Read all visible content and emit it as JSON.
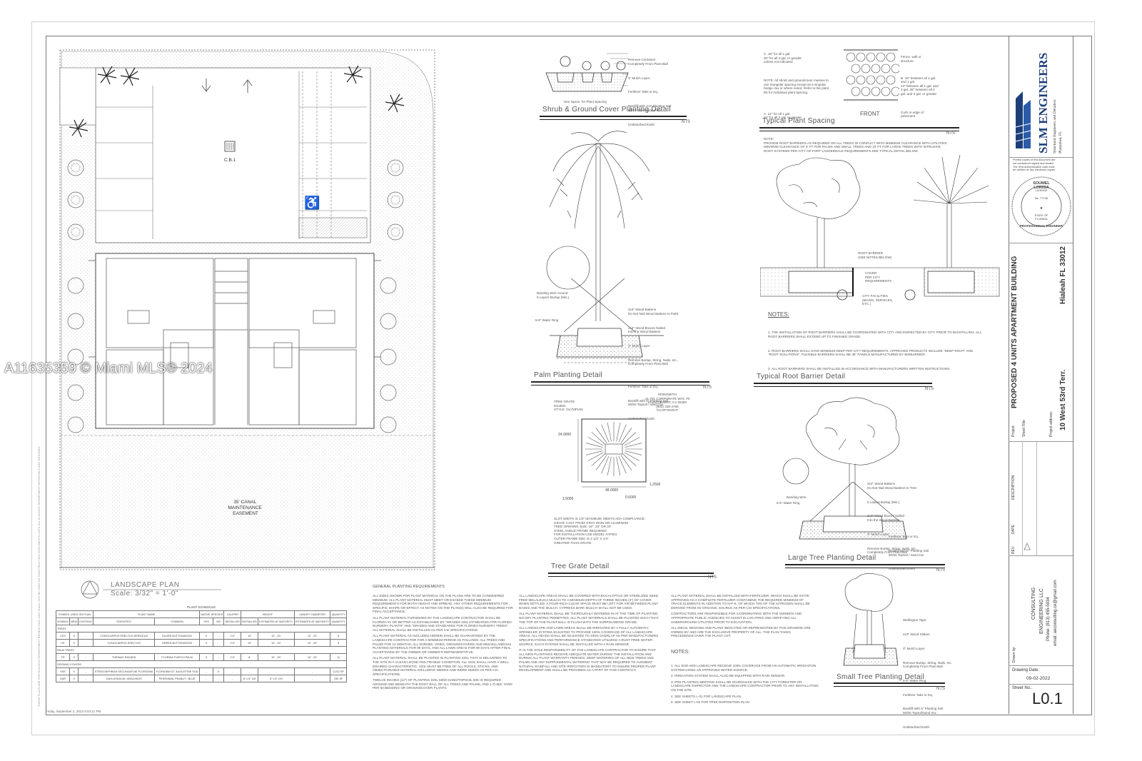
{
  "watermark": "A11635359 © Miami MLS® 2024",
  "plan": {
    "title": "LANDSCAPE PLAN",
    "scale": "Scale: 3/32\" = 1'-0\"",
    "cb_label": "C.B.1",
    "canal_label": "35' CANAL\nMAINTENANCE\nEASEMENT",
    "footer_date": "Friday, September 2, 2022 8:03:21 PM"
  },
  "details": {
    "shrub": {
      "title": "Shrub & Ground Cover Planting Detail",
      "nts": "NTS",
      "labels": [
        "Remove Container\nCompletely From Plant Ball",
        "3\" Mulch Layer",
        "Fertilizer Tabs or Eq.",
        "Backfill with 3-6\" Planting Soil\n50/50 Topsoil/sand mix",
        "Undisturbed Earth",
        "See Specs. for Plant Spacing"
      ]
    },
    "spacing": {
      "title": "Typical Plant Spacing",
      "nts": "NTS",
      "front": "FRONT",
      "labels": [
        "C. 18\" for all 1 gal.\n30\" for all 3 gal. or greater\nunless not indicated",
        "NOTE: All shrub and groundcover masses to\nuse triangular spacing except as a singular\nhedge row or where noted. Refer to the plant\nlist for individual plant spacing.",
        "A. 14\" for all 1 gal.\n24\" for all 3 gal. or greater",
        "Fence, wall or\nstructure",
        "B. 18\" between all 1 gal.\nand 1 gal.\n24\" between all 1 gal. and\n3 gal. 36\" between all 3\ngal. and 3 gal. or greater",
        "Curb or edge of\npavement"
      ]
    },
    "root_note": "NOTE:\nPROVIDE ROOT BARRIERS AS REQUIRED ON ALL TREES IN CONFLICT WITH MINIMUM CLEARANCE WITH UTILITIES.\nMINIMUM CLEARANCE OF 5' FT FOR PALMS AND SMALL TREES AND 10' FT FOR LARGE TREES WITH INTRUSIVE\nROOT SYSTEMS PER CITY OF FORT LAUDERDALE REQUIREMENTS.SEE TYPICAL DETAIL BELOW.",
    "palm": {
      "title": "Palm Planting Detail",
      "nts": "NTS",
      "labels": [
        "Banding Wire Around\n5 Layers Burlap (Min.)",
        "5-6\" Water Ring",
        "2x4\" Wood Battens\nDo Not Nail Wood Battens to Palm",
        "2x4\" Wood Braces Nailed\nInto the Wood Battens",
        "3\" Mulch Layer",
        "Remove Burlap, String, Nails, etc.,\nCompletely From Plant Ball",
        "Fertilizer Tabs or Eq.",
        "Backfill with 6\" Planting Soil\n50/50 Topsoil / sand mix",
        "Undisturbed Earth"
      ]
    },
    "root_barrier": {
      "title": "Typical Root Barrier Detail",
      "nts": "NTS",
      "labels": [
        "ROOT BARRIER\n(SEE NOTES BELOW)",
        "COVER\nPER CITY\nREQUIREMENTS",
        "CITY FACILITIES\n(MAINS, SERVICES,\nETC.)"
      ],
      "notes_title": "NOTES:",
      "notes": [
        "1. THE INSTALLATION OF ROOT BARRIERS SHALL BE COORDINATED WITH CITY AND INSPECTED BY CITY PRIOR TO BACKFILLING. ALL ROOT BARRIERS SHALL EXTEND UP TO FINISHED GRADE.",
        "2. ROOT BARRIERS SHALL HAVE MINIMUM DEEP PER CITY REQUIREMENTS. APPROVED PRODUCTS INCLUDE \"DEEP ROOT\" AND \"ROOT SOLUTIONS\". FLEXIBLE BARRIERS SHALL BE 36\" PANELS MANUFACTURED BY BIOBARRIER.",
        "3. ALL ROOT BARRIERS SHALL BE INSTALLED IN ACCORDANCE WITH MANUFACTURERS WRITTEN INSTRUCTIONS."
      ]
    },
    "grate": {
      "title": "Tree Grate Detail",
      "nts": "NTS",
      "spec": "TREE GRATE\nM14804\nSTYLE: OLYMPIAN",
      "maker": "IRONSMITH\n41-701 CORPORATE WAY, #3\nPALM DESERT, CA 92260\n(800) 338-4766\n©COPYRIGHT",
      "dims": [
        "24.0000",
        "48.0000",
        "1.5000",
        "0.5000",
        "1.2500"
      ],
      "notes": "SLOT WIDTH IS 1/4\" MAXIMUM, MEETS ADA COMPLIANCE.\nGRATE CAST FROM GRAY IRON OR ALUMINUM\nTREE OPENING SIZE: 16\", 20\" OR 24\"\nSTEEL ANGLE FRAME REQUIRED\nFOR INSTALLATION USE MODEL #AF001\nOUTER FRAME DIM. IS 2 1/4\" X 1/4\"\nGREATER THAN GRATE."
    },
    "large_tree": {
      "title": "Large Tree Planting Detail",
      "nts": "NTS",
      "labels": [
        "2x4\" Wood Battens\nDo Not Nail Wood Battens to Tree",
        "5 Layers Burlap (Min.)",
        "2x4\" Wood Braces Nailed\nInto the Wood Battens",
        "3\" Mulch Layer",
        "Remove Burlap, String, Nails, etc.,\nCompletely From Plant Ball",
        "Banding Wire",
        "5-6\" Water Ring",
        "Fertilizer Tabs or Eq.",
        "Backfill with 6\" Planting Soil\n50/50 Topsoil / sand mix",
        "Undisturbed Earth"
      ]
    },
    "small_tree": {
      "title": "Small Tree Planting Detail",
      "nts": "NTS",
      "labels": [
        "Wellington Tape",
        "2x3\" Wood Stakes",
        "3\" Mulch Layer",
        "Remove Burlap, String, Nails, etc.\nCompletely From Plant Ball",
        "5-6\" Water Ring",
        "Fertilizer Tabs or Eq.",
        "Backfill with 6\" Planting Soil\n50/50 Topsoil/sand mix",
        "Undisturbed Earth"
      ]
    }
  },
  "general_requirements": {
    "title": "GENERAL PLANTING REQUIREMENTS",
    "col1": [
      "ALL SIZES SHOWN FOR PLANT MATERIAL ON THE PLANS ARE TO BE CONSIDERED MINIMUM. ALL PLANT MATERIAL MUST MEET OR EXCEED THESE MINIMUM REQUIREMENTS FOR BOTH HEIGHT AND SPREAD. ANY OTHER REQUIREMENTS FOR SPECIFIC SHAPE OR EFFECT AS NOTED ON THE PLAN(S) WILL ALSO BE REQUIRED FOR FINAL ACCEPTANCE.",
      "ALL PLANT MATERIAL FURNISHED BY THE LANDSCAPE CONTRACTOR SHALL BE FLORIDA #1 OR BETTER AS ESTABLISHED BY \"GRADES AND STANDARDS FOR FLORIDA NURSERY PLANTS\" AND \"GRADES AND STANDARDS FOR FLORIDA NURSERY TREES\". ALL MATERIAL SHALL BE INSTALLED AS PER CSI SPECIFICATIONS.",
      "ALL PLANT MATERIAL AS INCLUDED HEREIN SHALL BE GUARANTEED BY THE LANDSCAPE CONTRACTOR FOR A MINIMUM PERIOD AS FOLLOWS: ALL TREES AND PALMS FOR 12 MONTHS, ALL SHRUBS, VINES, GROUNDCOVERS AND MISCELLANEOUS PLANTING MATERIALS FOR 90 DAYS, AND ALL LAWN AREAS FOR 90 DAYS AFTER FINAL ACCEPTANCE BY THE OWNER OR OWNER'S REPRESENTATIVE.",
      "ALL PLANT MATERIAL SHALL BE PLANTED IN PLANTING SOIL THAT IS DELIVERED TO THE SITE IN A CLEAN LOOSE AND FRIABLE CONDITION. ALL SOIL SHALL HAVE A WELL DRAINED CHARACTERISTIC. SOIL MUST BE FREE OF ALL ROCKS, STICKS, AND OBJECTIONABLE MATERIAL INCLUDING WEEDS AND WEED SEEDS AS PER CSI SPECIFICATIONS.",
      "TWELVE INCHES (12\") OF PLANTING SOIL 50/50 SAND/TOPSOIL MIX IS REQUIRED AROUND AND BENEATH THE ROOT BALL OF ALL TREES AND PALMS, AND 1 CUBIC YARD PER 50 BEDDING OR GROUNDCOVER PLANTS."
    ],
    "col2": [
      "ALL LANDSCAPE AREAS SHALL BE COVERED WITH EUCALYPTUS OR STERILIZED SEED FREE MELALEUCA MULCH TO A MINIMUM DEPTH OF THREE INCHES (3\") OF COVER WHEN SETTLED. A FOUR-INCH CLEAR SPACE MUST BE LEFT FOR AIR BETWEEN PLANT BASES AND THE MULCH. CYPRESS BARK MULCH SHALL NOT BE USED.",
      "ALL PLANT MATERIAL SHALL BE THOROUGHLY WATERED IN AT THE TIME OF PLANTING. NO DRY PLANTING PERMITTED. ALL PLANT MATERIALS SHALL BE PLANTED SUCH THAT THE TOP OF THE PLANT BALL IS FLUSH WITH THE SURROUNDING GRADE.",
      "ALL LANDSCAPE AND LAWN AREAS SHALL BE IRRIGATED BY A FULLY AUTOMATIC SPRINKLER SYSTEM ADJUSTED TO PROVIDE 100% COVERAGE OF ALL LANDSCAPE AREAS. ALL HEADS SHALL BE ADJUSTED TO 100% OVERLAP AS PER MANUFACTURERS SPECIFICATIONS AND PERFORMANCE STANDARDS UTILIZING A RUST FREE WATER SOURCE. EACH SYSTEM SHALL BE INSTALLED WITH A RAIN SENSOR.",
      "IT IS THE SOLE RESPONSIBILITY OF THE LANDSCAPE CONTRACTOR TO INSURE THAT ALL NEW PLANTINGS RECEIVE ADEQUATE WATER DURING THE INSTALLATION AND DURING ALL PLANT WARRANTY PERIODS. DEEP WATERING OF ALL NEW TREES AND PALMS AND ANY SUPPLEMENTAL WATERING THAT MAY BE REQUIRED TO AUGMENT NATURAL RAINFALL AND SITE IRRIGATION IS MANDATORY TO INSURE PROPER PLANT DEVELOPMENT AND SHALL BE PROVIDED AS A PART OF THIS CONTRACT."
    ],
    "col3": [
      "ALL PLANT MATERIAL SHALL BE INSTALLED WITH FERTILIZER, WHICH SHALL BE STATE APPROVED AS A COMPLETE FERTILIZER CONTAINING THE REQUIRED MINIMUM OF TRACE ELEMENTS IN ADDITION TO N-P-K, OF WHICH 75% OF THE NITROGEN SHALL BE DERIVED FROM AN ORGANIC SOURCE AS PER CSI SPECIFICATIONS.",
      "CONTRACTORS ARE RESPONSIBLE FOR COORDINATING WITH THE OWNERS AND APPROPRIATE PUBLIC AGENCIES TO ASSIST IN LOCATING AND VERIFYING ALL UNDERGROUND UTILITIES PRIOR TO EXCAVATION.",
      "ALL IDEAS, DESIGNS AND PLANS INDICATED OR REPRESENTED BY THIS DRAWING ARE OWNED BY AND ARE THE EXCLUSIVE PROPERTY OF ALL. THE PLAN TAKES PRECEDENCE OVER THE PLANT LIST."
    ],
    "col3_notes_title": "NOTES:",
    "col3_notes": [
      "1. ALL SOD AND LANDSCAPE RECEIVE 100% COVERAGE FROM AN AUTOMATIC IRRIGATION SYSTEM USING AN APPROVED WATER SOURCE.",
      "2. IRRIGATION SYSTEM SHALL ALSO BE EQUIPPED WITH RAIN SENSOR.",
      "3. PRE-PLANTING MEETING SHALL BE SCHEDULED WITH THE CITY FORESTER OR LANDSCAPE INSPECTOR AND THE LANDSCAPE CONTRACTOR PRIOR TO ANY INSTALLATION ON THE SITE.",
      "4. SEE SHEETS L-01 FOR LANDSCAPE PLAN",
      "5. SEE SHEET L-02 FOR TREE DISPOSITION PLAN"
    ]
  },
  "schedule": {
    "title": "PLANT SCHEDULE",
    "headers": [
      "SYMBOL",
      "NEW",
      "EXISTING",
      "SCIENTIFIC",
      "COMMON",
      "YES",
      "NO",
      "INSTALLED",
      "INSTALLED",
      "ESTIMATED AT MATURITY",
      "ESTIMATED AT MATURITY",
      "QUANTITY"
    ],
    "group_headers": [
      "SYMBOL USED ON PLAN",
      "PLANT NAME",
      "NATIVE SPECIES",
      "CALIPER",
      "HEIGHT",
      "CANOPY DIAMETER",
      "QUANTITY"
    ],
    "sections": [
      "TREES",
      "PALM TREES",
      "GROUND COVERS"
    ],
    "rows": [
      [
        "CES",
        "X",
        "-",
        "CONOCARPUS ERECTUS SERICEUS",
        "SILVER BUTTONWOOD",
        "X",
        "-",
        "2.5\"",
        "10'",
        "12' - 20'",
        "10' - 20'",
        "6"
      ],
      [
        "CE",
        "X",
        "-",
        "CONOCARPUS ERECTUS",
        "GREEN BUTTONWOOD",
        "X",
        "-",
        "2.5\"",
        "10'",
        "12' - 20'",
        "10' - 20'",
        "5"
      ],
      [
        "TR",
        "X",
        "-",
        "THRINAX RADIATA",
        "FLORIDA THATCH PALM",
        "X",
        "-",
        "2.5\"",
        "8'",
        "10' - 20'",
        "10' - 20'",
        "11"
      ],
      [
        "SSS",
        "X",
        "-",
        "STENOTAPHRUM SECUNDATUM 'FLORATAM'",
        "FLORATAM ST. AUGUSTINE SOD",
        "-",
        "X",
        "-",
        "-",
        "-",
        "-",
        "3,212 SF"
      ],
      [
        "GAR",
        "X",
        "-",
        "GAYLUSSACIA / ARACHIDIS",
        "PERENNIAL PEANUT / BLUE",
        "-",
        "-",
        "-",
        "6\" x 6\" GH",
        "6\" x 6\" GH",
        "-",
        "230 SF"
      ]
    ]
  },
  "titleblock": {
    "firm": "SLM ENGINEERS",
    "firm_tag": "Structural Engineers and Detailers\nPlantation, FL",
    "disclaimer": "Printed copies of this document are\nnot considered signed and sealed\nThe SHA authentication code must\nbe verified on any electronic copies",
    "seal_name": "SOUMEL LORIGA",
    "seal_license": "LICENSE",
    "seal_no": "No. 77736",
    "seal_state": "STATE OF\nFLORIDA",
    "seal_title": "PROFESSIONAL ENGINEER",
    "project_label": "Project:",
    "project": "PROPOSED 4 UNITS APARTMENT BUILDING",
    "sheet_title_label": "Sheet Title:",
    "address_label": "Project address:",
    "address_line1": "10 West 53rd Terr.",
    "address_line2": "Hialeah FL 33012",
    "rev": "REV.",
    "date": "DATE",
    "description": "DESCRIPTION",
    "drawn_by": "Drawn by:",
    "consultant_line1": "CONSULTING",
    "consultant_line2": "ENGINEERING LLC",
    "consultant_phone": "Phone: (813) 455-5934",
    "consultant_email": "email: aeconsulting.ce@gmail.com",
    "drawing_date_label": "Drawing Date:",
    "drawing_date": "09-02-2022",
    "sheet_no_label": "Sheet No.:",
    "sheet_no": "L0.1"
  }
}
